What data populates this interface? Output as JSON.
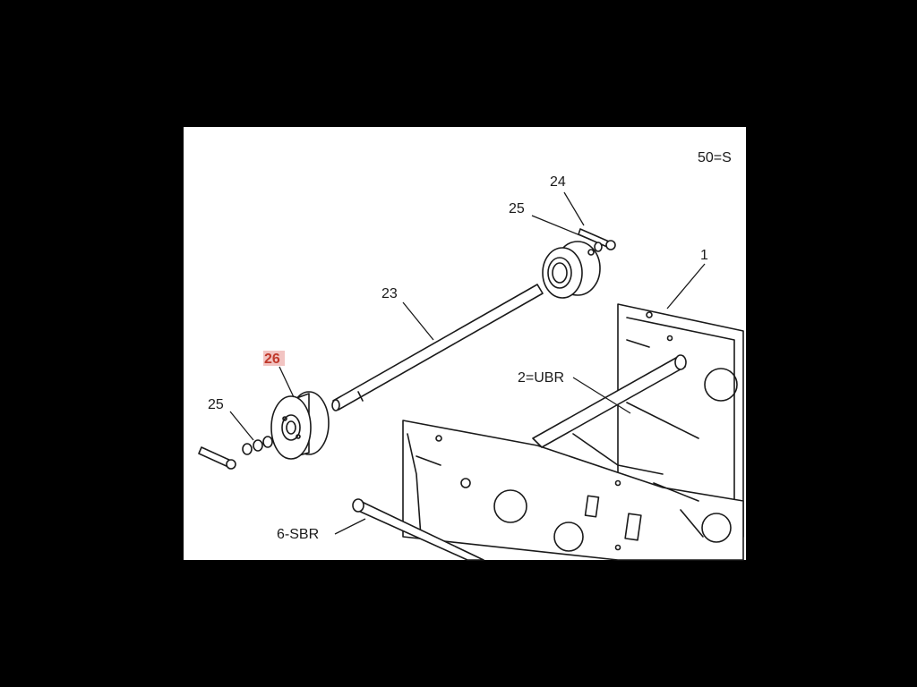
{
  "diagram": {
    "highlight_color": "#d9534f",
    "labels": {
      "sheet_code": "50=S",
      "part_24": "24",
      "part_25_top": "25",
      "part_1": "1",
      "part_23": "23",
      "part_26": "26",
      "part_2_ubr": "2=UBR",
      "part_25_left": "25",
      "part_6_sbr": "6-SBR"
    }
  }
}
